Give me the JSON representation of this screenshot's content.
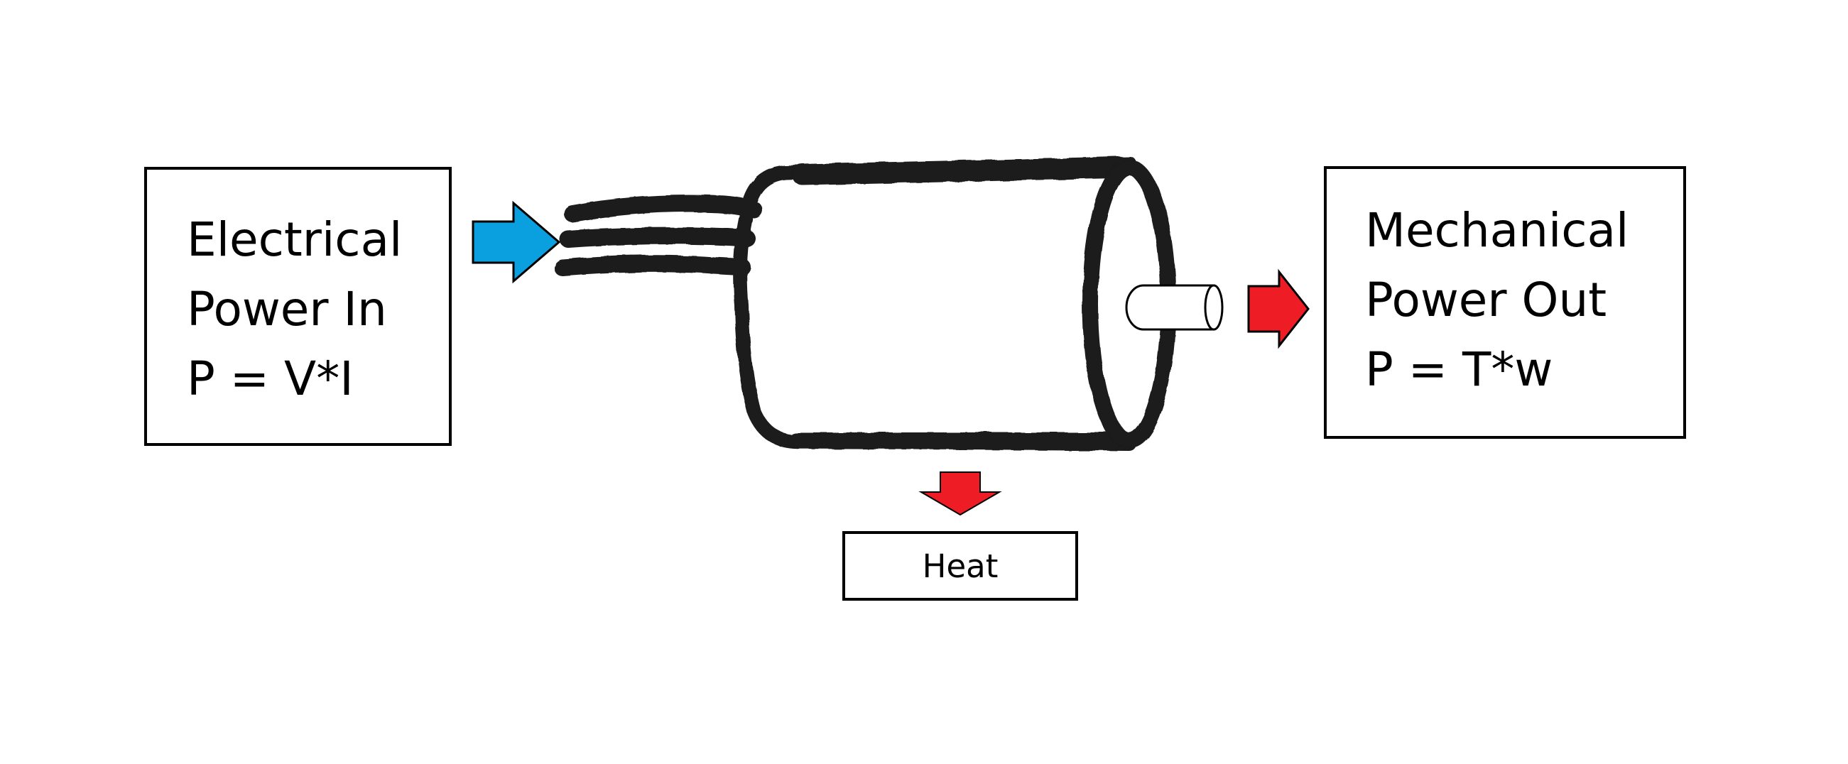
{
  "input": {
    "lines": [
      "Electrical",
      "Power In",
      "P = V*I"
    ]
  },
  "output": {
    "lines": [
      "Mechanical",
      "Power Out",
      "P = T*w"
    ]
  },
  "heat": {
    "label": "Heat"
  },
  "colors": {
    "input_arrow": "#0aa0e0",
    "output_arrow": "#ee1c25",
    "heat_arrow": "#ee1c25",
    "outline": "#000000",
    "motor_stroke": "#1a1a1a",
    "shaft_fill": "#ffffff"
  },
  "icons": {
    "motor": "electric-motor-icon",
    "input_arrow": "arrow-right-icon",
    "output_arrow": "arrow-right-icon",
    "heat_arrow": "arrow-down-icon"
  }
}
